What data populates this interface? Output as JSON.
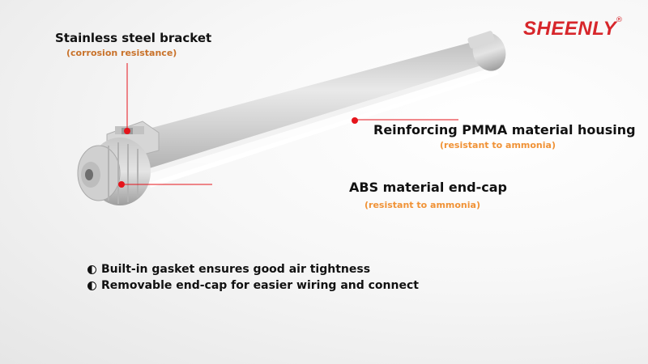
{
  "brand": {
    "name": "SHEENLY",
    "registered": "®"
  },
  "callouts": [
    {
      "title": "Stainless steel bracket",
      "subtitle": "(corrosion resistance)"
    },
    {
      "title": "Reinforcing PMMA material housing",
      "subtitle": "(resistant to ammonia)"
    },
    {
      "title": "ABS material end-cap",
      "subtitle": "(resistant to ammonia)"
    }
  ],
  "features": [
    "Built-in gasket ensures good air tightness",
    "Removable end-cap for easier wiring and connect"
  ],
  "colors": {
    "brand_red": "#d7262b",
    "accent_orange": "#f09236",
    "marker_red": "#e5141b"
  }
}
